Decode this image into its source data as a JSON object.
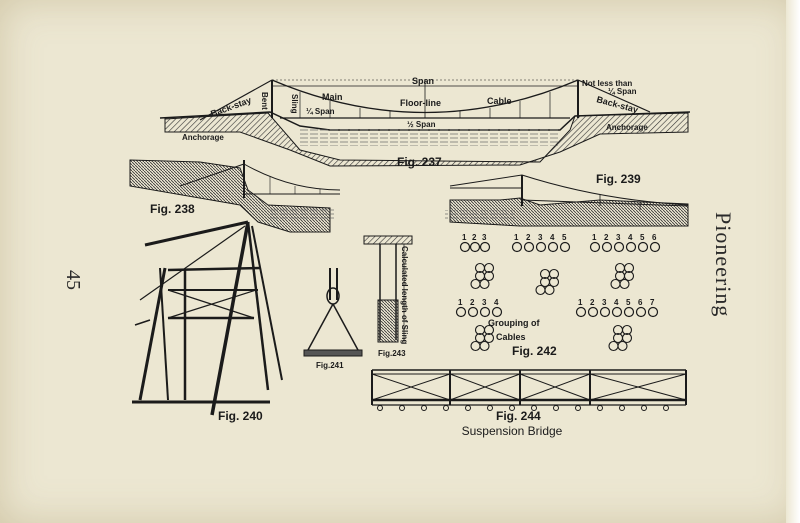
{
  "page_number": "45",
  "section_heading": "Pioneering",
  "fig237": {
    "label": "Fig. 237",
    "span": "Span",
    "back_stay_left": "Back-stay",
    "back_stay_right": "Back-stay",
    "bent": "Bent",
    "sling": "Sling",
    "quarter_span_left": "¼ Span",
    "main": "Main",
    "floor_line": "Floor-line",
    "cable": "Cable",
    "half_span": "½ Span",
    "not_less_than": "Not less than",
    "quarter_span_right": "¼ Span",
    "anchorage_left": "Anchorage",
    "anchorage_right": "Anchorage"
  },
  "fig238": {
    "label": "Fig. 238"
  },
  "fig239": {
    "label": "Fig. 239"
  },
  "fig240": {
    "label": "Fig. 240"
  },
  "fig241": {
    "label": "Fig.241"
  },
  "fig243": {
    "label": "Fig.243",
    "sling_note": "Calculated length of Sling"
  },
  "fig242": {
    "label": "Fig. 242",
    "title_line1": "Grouping of",
    "title_line2": "Cables",
    "rows": [
      {
        "numbers": [
          "1",
          "2",
          "3"
        ]
      },
      {
        "numbers": [
          "1",
          "2",
          "3",
          "4",
          "5"
        ]
      },
      {
        "numbers": [
          "1",
          "2",
          "3",
          "4",
          "5",
          "6"
        ]
      },
      {
        "numbers": [
          "1",
          "2",
          "3",
          "4"
        ]
      },
      {
        "numbers": [
          "1",
          "2",
          "3",
          "4",
          "5",
          "6",
          "7"
        ]
      }
    ]
  },
  "fig244": {
    "label": "Fig. 244",
    "caption": "Suspension Bridge"
  }
}
